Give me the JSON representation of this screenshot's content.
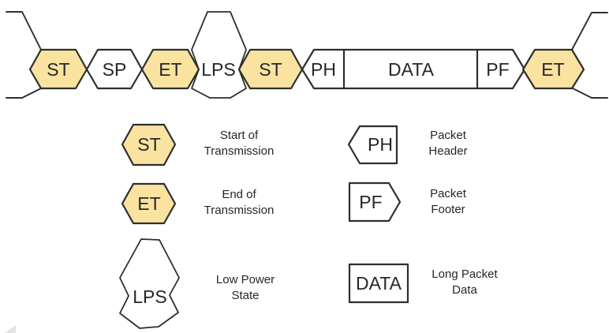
{
  "colors": {
    "accent_fill": "#FAE3A0",
    "shape_stroke": "#2E2E2E",
    "text_color": "#262626",
    "background": "#FFFFFF",
    "artifact_gray": "#D9D9D9"
  },
  "timeline": {
    "segments": [
      {
        "label": "ST",
        "type": "hexagon",
        "filled": true
      },
      {
        "label": "SP",
        "type": "hexagon",
        "filled": false
      },
      {
        "label": "ET",
        "type": "hexagon",
        "filled": true
      },
      {
        "label": "LPS",
        "type": "low-power",
        "filled": false
      },
      {
        "label": "ST",
        "type": "hexagon",
        "filled": true
      },
      {
        "label": "PH",
        "type": "packet-start",
        "filled": false
      },
      {
        "label": "DATA",
        "type": "packet-body",
        "filled": false
      },
      {
        "label": "PF",
        "type": "packet-end",
        "filled": false
      },
      {
        "label": "ET",
        "type": "hexagon",
        "filled": true
      }
    ]
  },
  "legend": {
    "items": [
      {
        "symbol": "ST",
        "shape": "hexagon",
        "filled": true,
        "description": "Start of\nTransmission"
      },
      {
        "symbol": "ET",
        "shape": "hexagon",
        "filled": true,
        "description": "End of\nTransmission"
      },
      {
        "symbol": "LPS",
        "shape": "low-power",
        "filled": false,
        "description": "Low Power\nState"
      },
      {
        "symbol": "PH",
        "shape": "pentagon-left",
        "filled": false,
        "description": "Packet\nHeader"
      },
      {
        "symbol": "PF",
        "shape": "pentagon-right",
        "filled": false,
        "description": "Packet\nFooter"
      },
      {
        "symbol": "DATA",
        "shape": "rectangle",
        "filled": false,
        "description": "Long Packet\nData"
      }
    ]
  }
}
